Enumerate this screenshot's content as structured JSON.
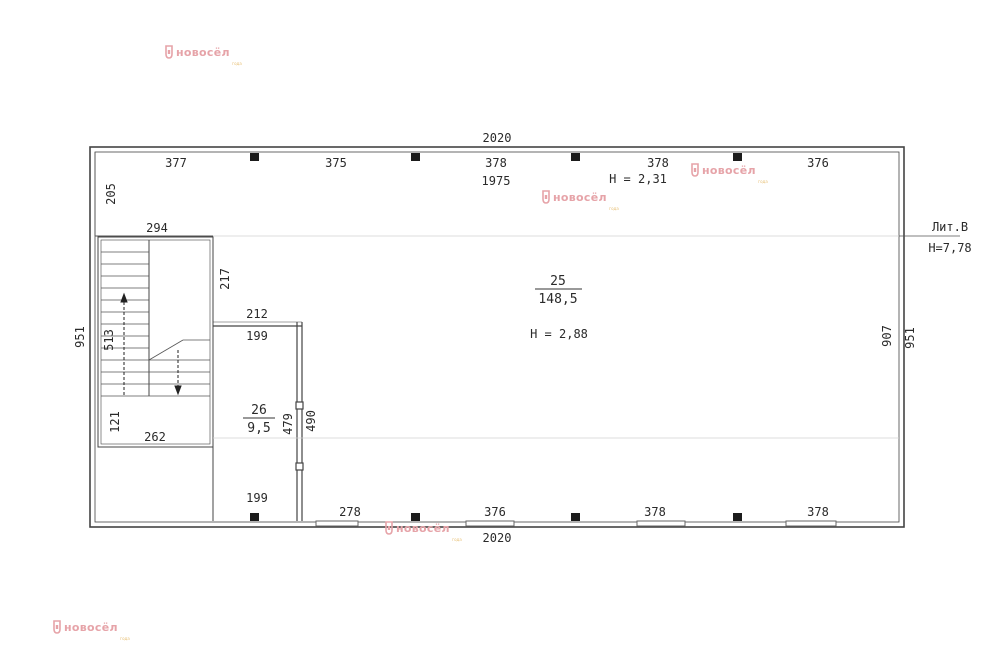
{
  "plan": {
    "dimensions": {
      "top_total": "2020",
      "top_segments": [
        "377",
        "375",
        "378",
        "378",
        "376"
      ],
      "top_inner": "1975",
      "top_height": "Н = 2,31",
      "bottom_total": "2020",
      "bottom_segments": [
        "278",
        "376",
        "378",
        "378"
      ],
      "left_total": "951",
      "right_total": "951",
      "right_inner": "907",
      "corner_notch": "205",
      "stair_top": "294",
      "stair_right": "217",
      "stair_length": "513",
      "stair_bottom_side": "121",
      "stair_width": "262",
      "small_room_top_outer": "212",
      "small_room_top_inner": "199",
      "small_room_bottom": "199",
      "small_room_inner_height": "479",
      "small_room_outer_height": "490"
    },
    "rooms": [
      {
        "number": "25",
        "area": "148,5",
        "height": "Н = 2,88"
      },
      {
        "number": "26",
        "area": "9,5"
      }
    ],
    "building_label": {
      "litera": "Лит.В",
      "height": "Н=7,78"
    }
  },
  "watermark": {
    "brand": "новосёл",
    "year_label": "года",
    "color": "#e6a3a8"
  }
}
